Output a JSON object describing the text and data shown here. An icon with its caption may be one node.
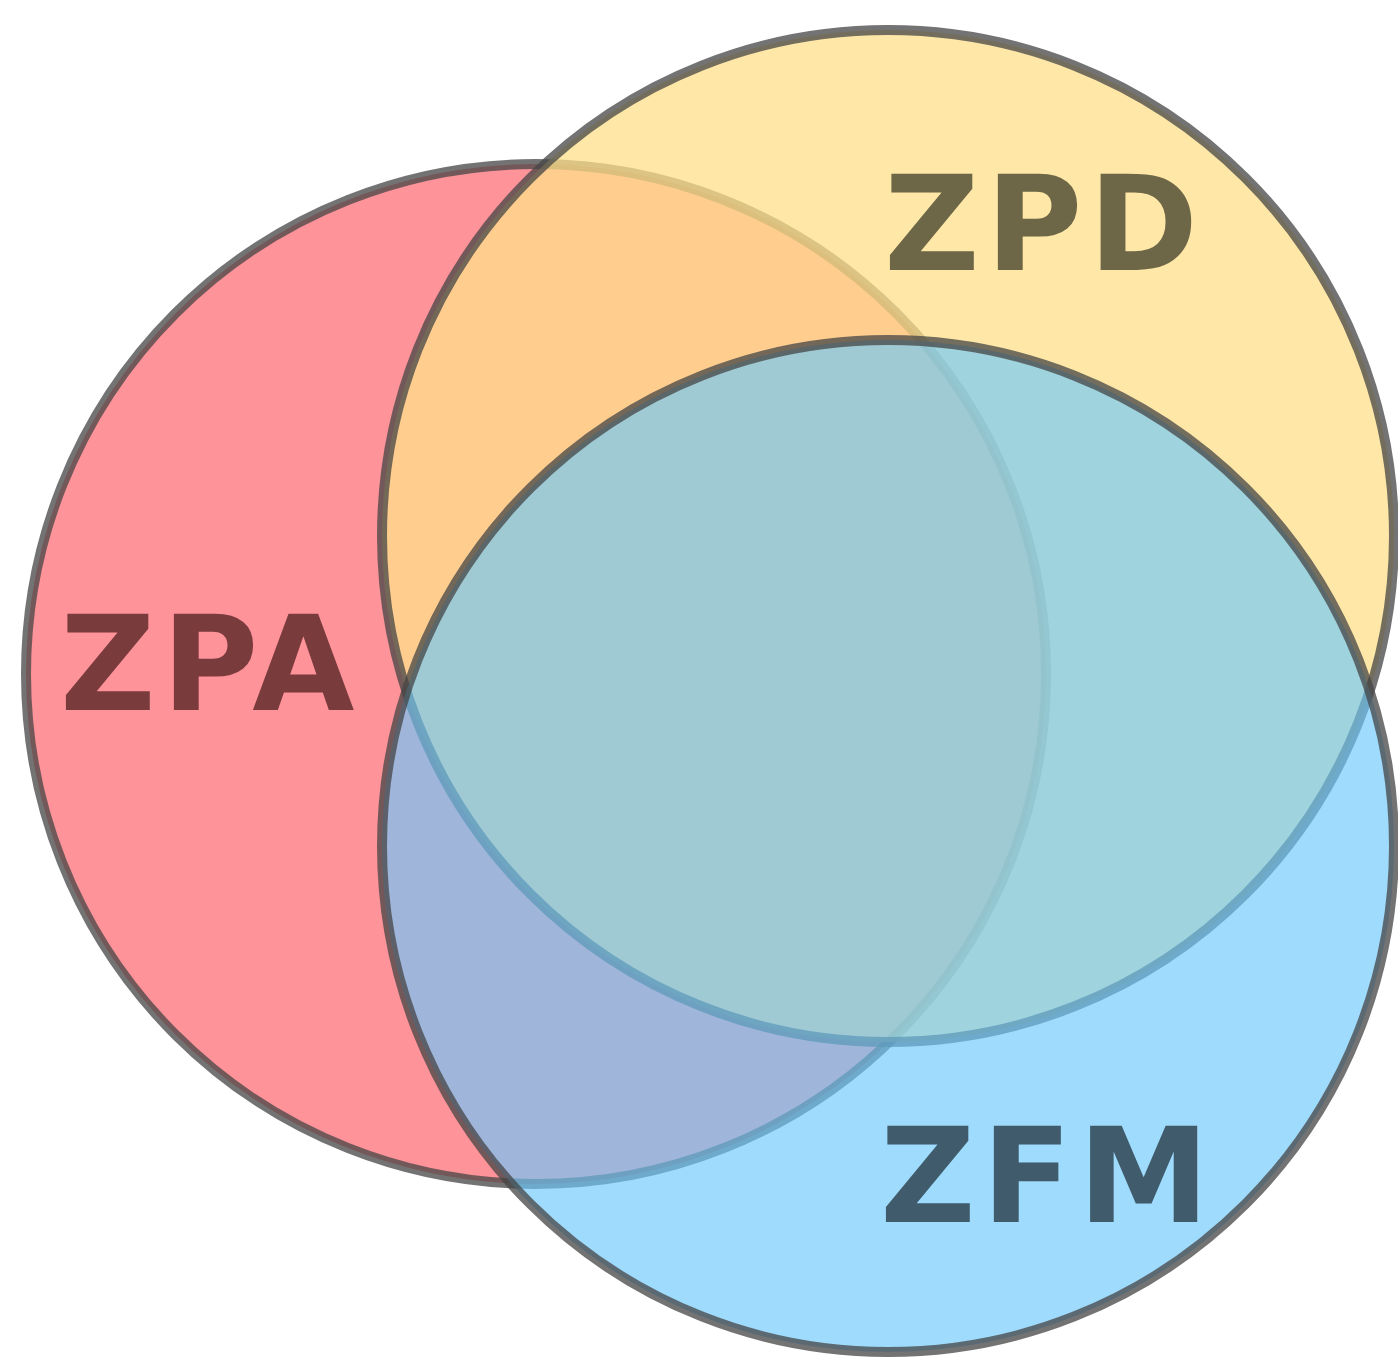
{
  "diagram": {
    "nodes": [
      {
        "text": [
          "ZPA"
        ]
      },
      {
        "text": [
          "ZPD"
        ]
      },
      {
        "text": [
          "ZFM"
        ]
      }
    ]
  }
}
